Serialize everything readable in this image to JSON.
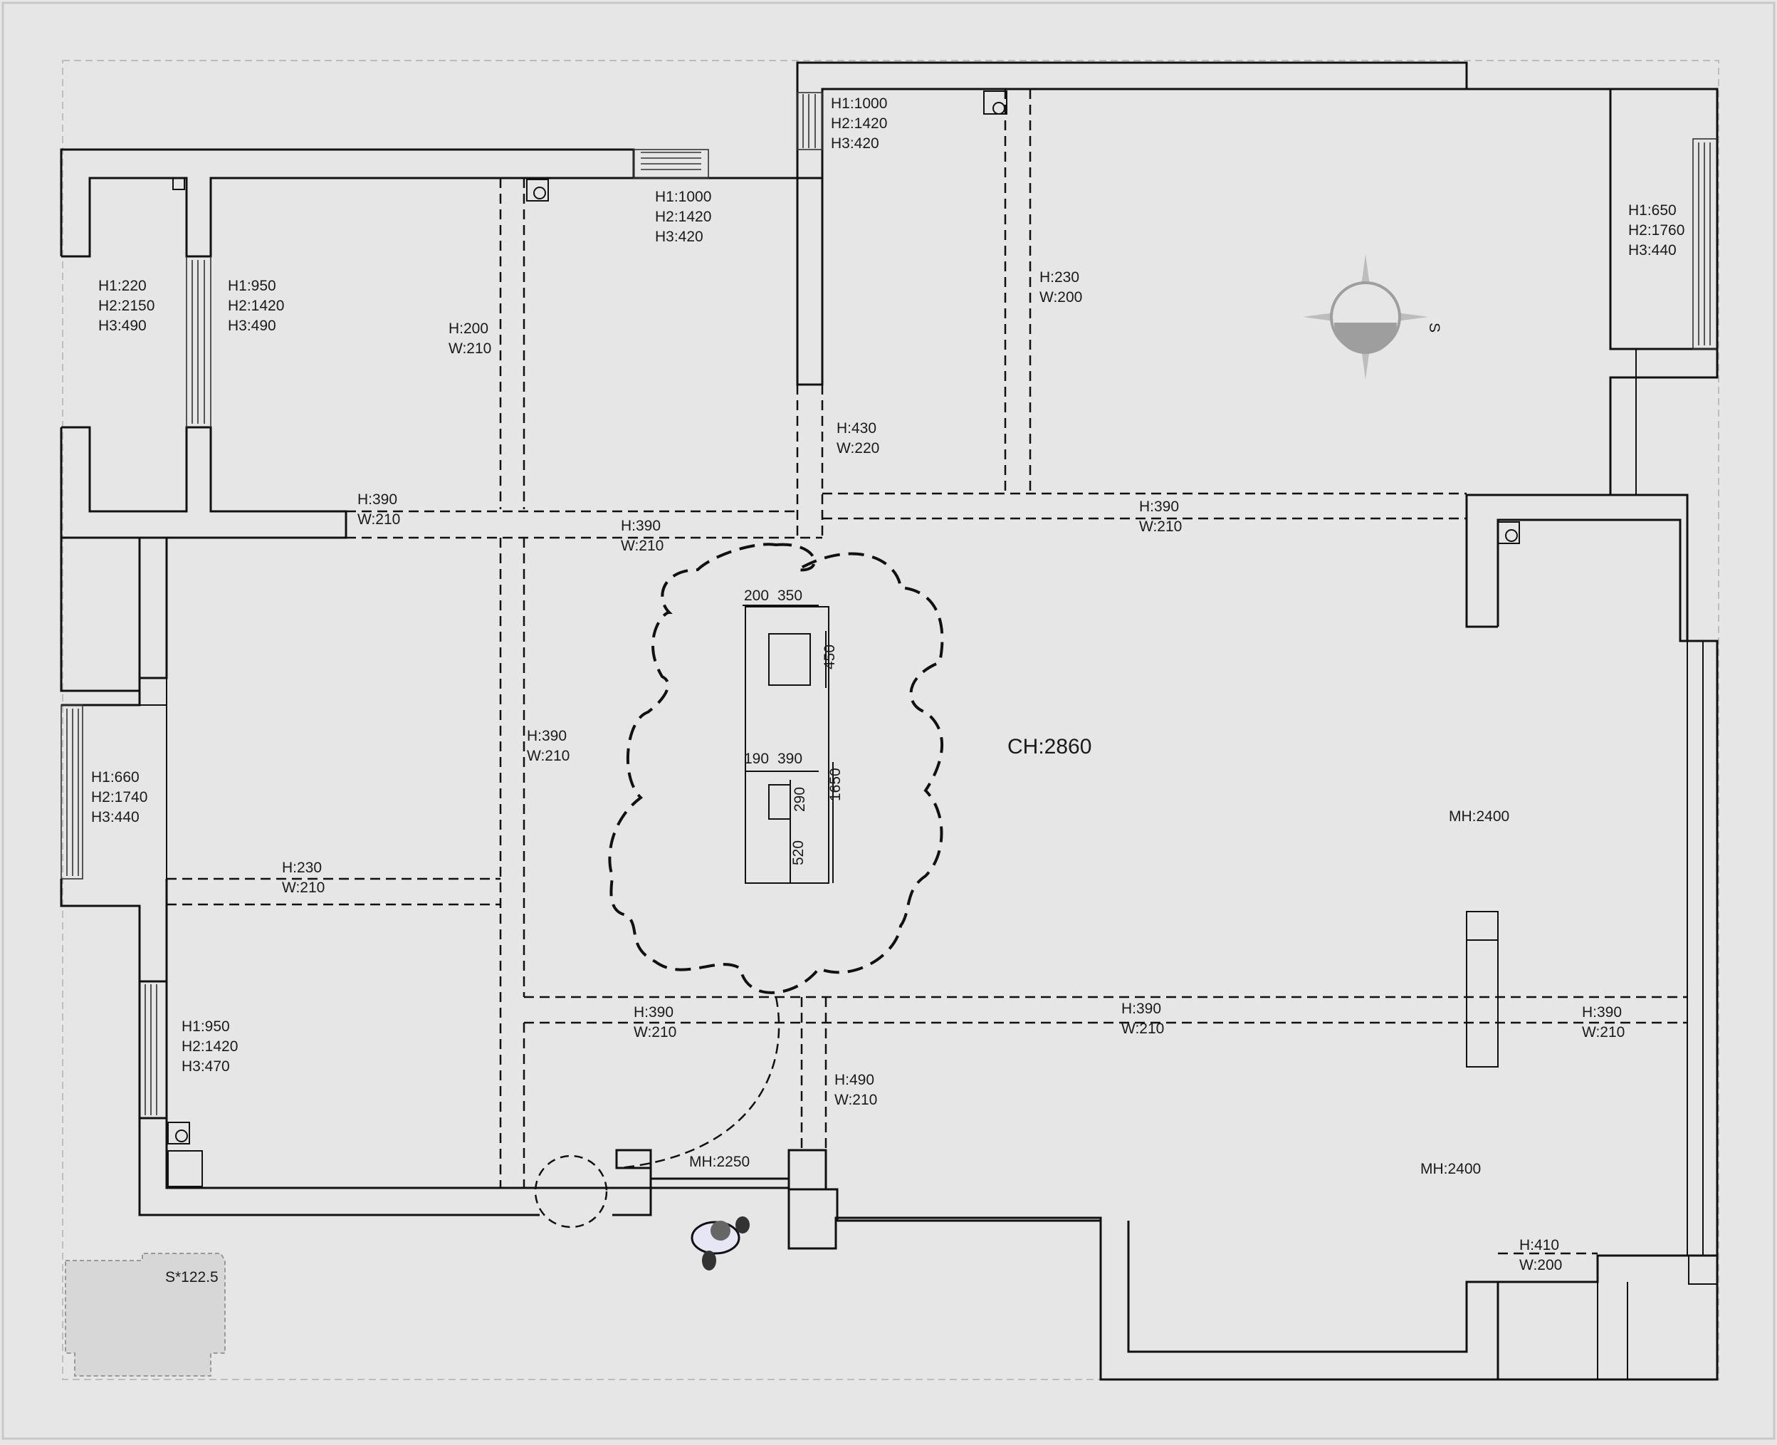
{
  "plan": {
    "ceiling_height": "CH:2860",
    "area_badge": "S*122.5",
    "windows": [
      {
        "id": "w-top-left-nook",
        "lines": [
          "H1:220",
          "H2:2150",
          "H3:490"
        ]
      },
      {
        "id": "w-top-bed",
        "lines": [
          "H1:950",
          "H2:1420",
          "H3:490"
        ]
      },
      {
        "id": "w-top-center",
        "lines": [
          "H1:1000",
          "H2:1420",
          "H3:420"
        ]
      },
      {
        "id": "w-top-upper",
        "lines": [
          "H1:1000",
          "H2:1420",
          "H3:420"
        ]
      },
      {
        "id": "w-right",
        "lines": [
          "H1:650",
          "H2:1760",
          "H3:440"
        ]
      },
      {
        "id": "w-left-mid",
        "lines": [
          "H1:660",
          "H2:1740",
          "H3:440"
        ]
      },
      {
        "id": "w-left-low",
        "lines": [
          "H1:950",
          "H2:1420",
          "H3:470"
        ]
      }
    ],
    "door_openings": [
      {
        "id": "d-bed-upper",
        "h": "H:200",
        "w": "W:210"
      },
      {
        "id": "d-corridor-1",
        "h": "H:390",
        "w": "W:210"
      },
      {
        "id": "d-corridor-2",
        "h": "H:390",
        "w": "W:210"
      },
      {
        "id": "d-living-top",
        "h": "H:390",
        "w": "W:210"
      },
      {
        "id": "d-kitchen",
        "h": "H:230",
        "w": "W:200"
      },
      {
        "id": "d-hall",
        "h": "H:430",
        "w": "W:220"
      },
      {
        "id": "d-vertical",
        "h": "H:390",
        "w": "W:210"
      },
      {
        "id": "d-bed-left",
        "h": "H:230",
        "w": "W:210"
      },
      {
        "id": "d-lower-1",
        "h": "H:390",
        "w": "W:210"
      },
      {
        "id": "d-lower-2",
        "h": "H:390",
        "w": "W:210"
      },
      {
        "id": "d-lower-3",
        "h": "H:390",
        "w": "W:210"
      },
      {
        "id": "d-entry",
        "h": "H:490",
        "w": "W:210"
      },
      {
        "id": "d-balcony",
        "h": "H:410",
        "w": "W:200"
      }
    ],
    "heights": {
      "mh_right_upper": "MH:2400",
      "mh_right_lower": "MH:2400",
      "mh_entry": "MH:2250"
    },
    "island_dims": [
      "200",
      "350",
      "450",
      "190",
      "390",
      "290",
      "1650",
      "520"
    ],
    "compass_letter": "S"
  }
}
